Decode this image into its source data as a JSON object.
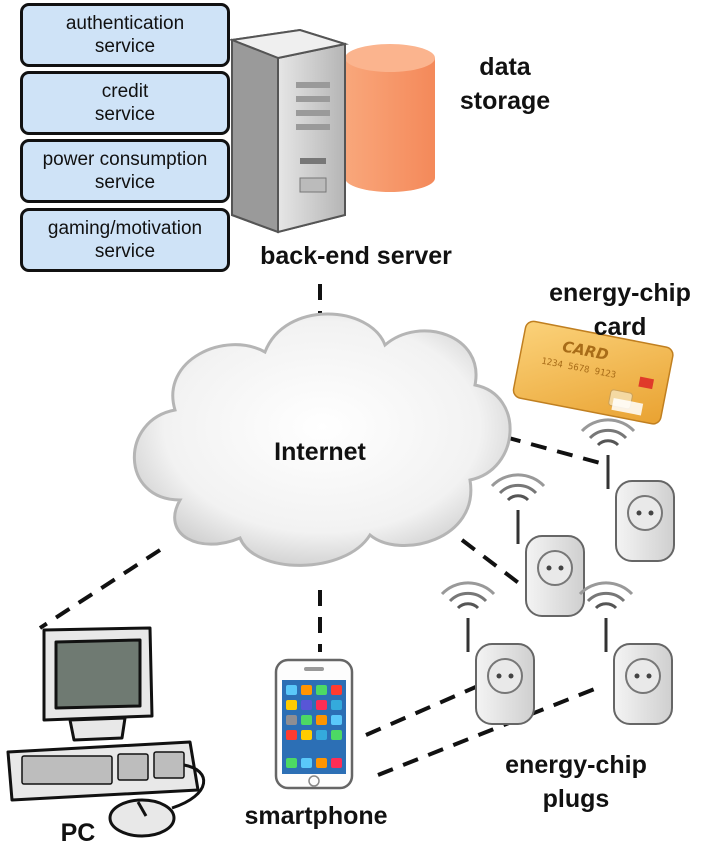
{
  "services": [
    {
      "label": "authentication\nservice"
    },
    {
      "label": "credit\nservice"
    },
    {
      "label": "power consumption\nservice"
    },
    {
      "label": "gaming/motivation\nservice"
    }
  ],
  "labels": {
    "data_storage": "data\nstorage",
    "backend_server": "back-end server",
    "internet": "Internet",
    "energy_chip_card": "energy-chip\ncard",
    "energy_chip_plugs": "energy-chip\nplugs",
    "pc": "PC",
    "smartphone": "smartphone"
  },
  "card": {
    "title": "CARD",
    "number": "1234 5678 9123"
  }
}
